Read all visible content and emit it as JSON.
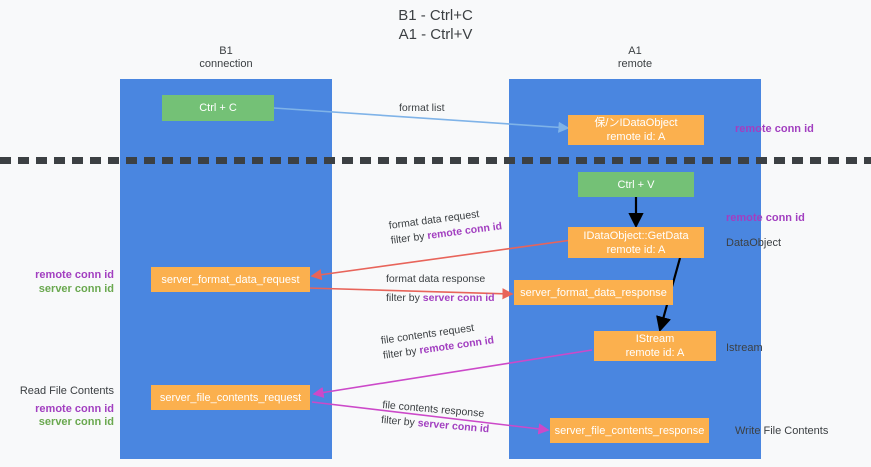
{
  "title": "B1 - Ctrl+C\nA1 - Ctrl+V",
  "columns": {
    "left": {
      "name": "B1",
      "role": "connection",
      "label": "B1\nconnection"
    },
    "right": {
      "name": "A1",
      "role": "remote",
      "label": "A1\nremote"
    }
  },
  "colors": {
    "lane": "#4a86e0",
    "node_green": "#74c176",
    "node_orange": "#fbb04e",
    "remote_conn_id": "#a23fc0",
    "server_conn_id": "#6aa84f",
    "arrow_format_list": "#7fb3e8",
    "arrow_format_data": "#e8645a",
    "arrow_file_contents": "#cc49c9",
    "arrow_invoke": "#000000",
    "divider": "#3c4043",
    "background": "#f8f9fa"
  },
  "nodes": {
    "ctrl_c": "Ctrl + C",
    "ctrl_v": "Ctrl + V",
    "idataobject": "保/ンIDataObject\nremote id: A",
    "idataobject_getdata": "IDataObject::GetData\nremote id: A",
    "istream": "IStream\nremote id: A",
    "server_format_data_request": "server_format_data_request",
    "server_format_data_response": "server_format_data_response",
    "server_file_contents_request": "server_file_contents_request",
    "server_file_contents_response": "server_file_contents_response"
  },
  "right_labels": {
    "remote_conn_id_1": "remote conn id",
    "remote_conn_id_2": "remote conn id",
    "dataobject": "DataObject",
    "istream": "Istream",
    "write_file_contents": "Write File Contents"
  },
  "left_labels": {
    "remote_conn_id": "remote conn id",
    "server_conn_id": "server conn id",
    "read_file_contents": "Read File Contents",
    "read_remote_conn_id": "remote conn id",
    "read_server_conn_id": "server conn id"
  },
  "edges": [
    {
      "id": "format-list",
      "label": "format list",
      "filter_prefix": "",
      "filter_key": "",
      "color": "#7fb3e8",
      "from": "ctrl_c",
      "to": "idataobject"
    },
    {
      "id": "format-data-request",
      "label": "format data request",
      "filter_prefix": "filter by ",
      "filter_key": "remote conn id",
      "filter_key_color": "remote_conn_id",
      "color": "#e8645a",
      "from": "idataobject_getdata",
      "to": "server_format_data_request"
    },
    {
      "id": "format-data-response",
      "label": "format data response",
      "filter_prefix": "filter by ",
      "filter_key": "server conn id",
      "filter_key_color": "remote_conn_id",
      "color": "#e8645a",
      "from": "server_format_data_request",
      "to": "server_format_data_response"
    },
    {
      "id": "file-contents-request",
      "label": "file contents request",
      "filter_prefix": "filter by ",
      "filter_key": "remote conn id",
      "filter_key_color": "remote_conn_id",
      "color": "#cc49c9",
      "from": "istream",
      "to": "server_file_contents_request"
    },
    {
      "id": "file-contents-response",
      "label": "file contents response",
      "filter_prefix": "filter by ",
      "filter_key": "server conn id",
      "filter_key_color": "remote_conn_id",
      "color": "#cc49c9",
      "from": "server_file_contents_request",
      "to": "server_file_contents_response"
    }
  ]
}
